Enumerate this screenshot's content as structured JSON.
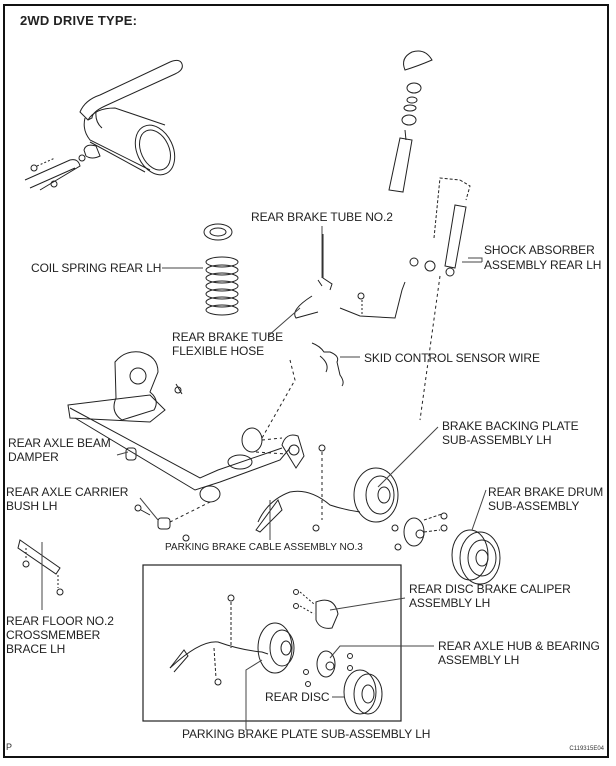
{
  "header": {
    "title": "2WD DRIVE TYPE:"
  },
  "labels": {
    "rear_brake_tube_no2": "REAR BRAKE TUBE NO.2",
    "shock_absorber_l1": "SHOCK ABSORBER",
    "shock_absorber_l2": "ASSEMBLY REAR LH",
    "coil_spring": "COIL SPRING REAR LH",
    "flex_hose_l1": "REAR BRAKE TUBE",
    "flex_hose_l2": "FLEXIBLE HOSE",
    "skid_sensor_wire": "SKID CONTROL SENSOR WIRE",
    "backing_plate_l1": "BRAKE BACKING PLATE",
    "backing_plate_l2": "SUB-ASSEMBLY LH",
    "beam_damper_l1": "REAR AXLE BEAM",
    "beam_damper_l2": "DAMPER",
    "carrier_bush_l1": "REAR AXLE CARRIER",
    "carrier_bush_l2": "BUSH LH",
    "brake_drum_l1": "REAR BRAKE DRUM",
    "brake_drum_l2": "SUB-ASSEMBLY",
    "parking_cable": "PARKING BRAKE CABLE ASSEMBLY NO.3",
    "crossmember_l1": "REAR FLOOR NO.2",
    "crossmember_l2": "CROSSMEMBER",
    "crossmember_l3": "BRACE LH",
    "caliper_l1": "REAR DISC BRAKE CALIPER",
    "caliper_l2": "ASSEMBLY LH",
    "hub_bearing_l1": "REAR AXLE HUB & BEARING",
    "hub_bearing_l2": "ASSEMBLY LH",
    "rear_disc": "REAR DISC",
    "parking_plate": "PARKING BRAKE PLATE SUB-ASSEMBLY LH"
  },
  "footer": {
    "page_mark": "P",
    "figure_code": "C119315E04"
  }
}
